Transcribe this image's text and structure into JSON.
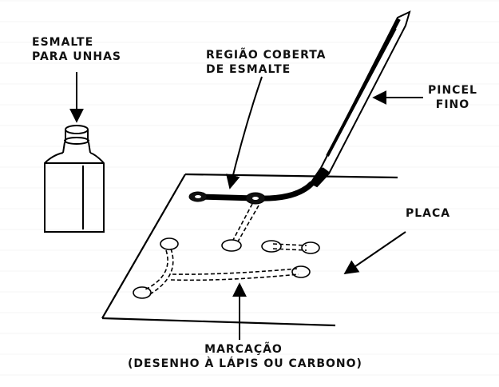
{
  "labels": {
    "nail_polish": [
      "ESMALTE",
      "PARA UNHAS"
    ],
    "covered_region": [
      "REGIÃO COBERTA",
      "DE ESMALTE"
    ],
    "brush": [
      "PINCEL",
      "FINO"
    ],
    "board": "PLACA",
    "marking": [
      "MARCAÇÃO",
      "(DESENHO À LÁPIS OU CARBONO)"
    ]
  }
}
